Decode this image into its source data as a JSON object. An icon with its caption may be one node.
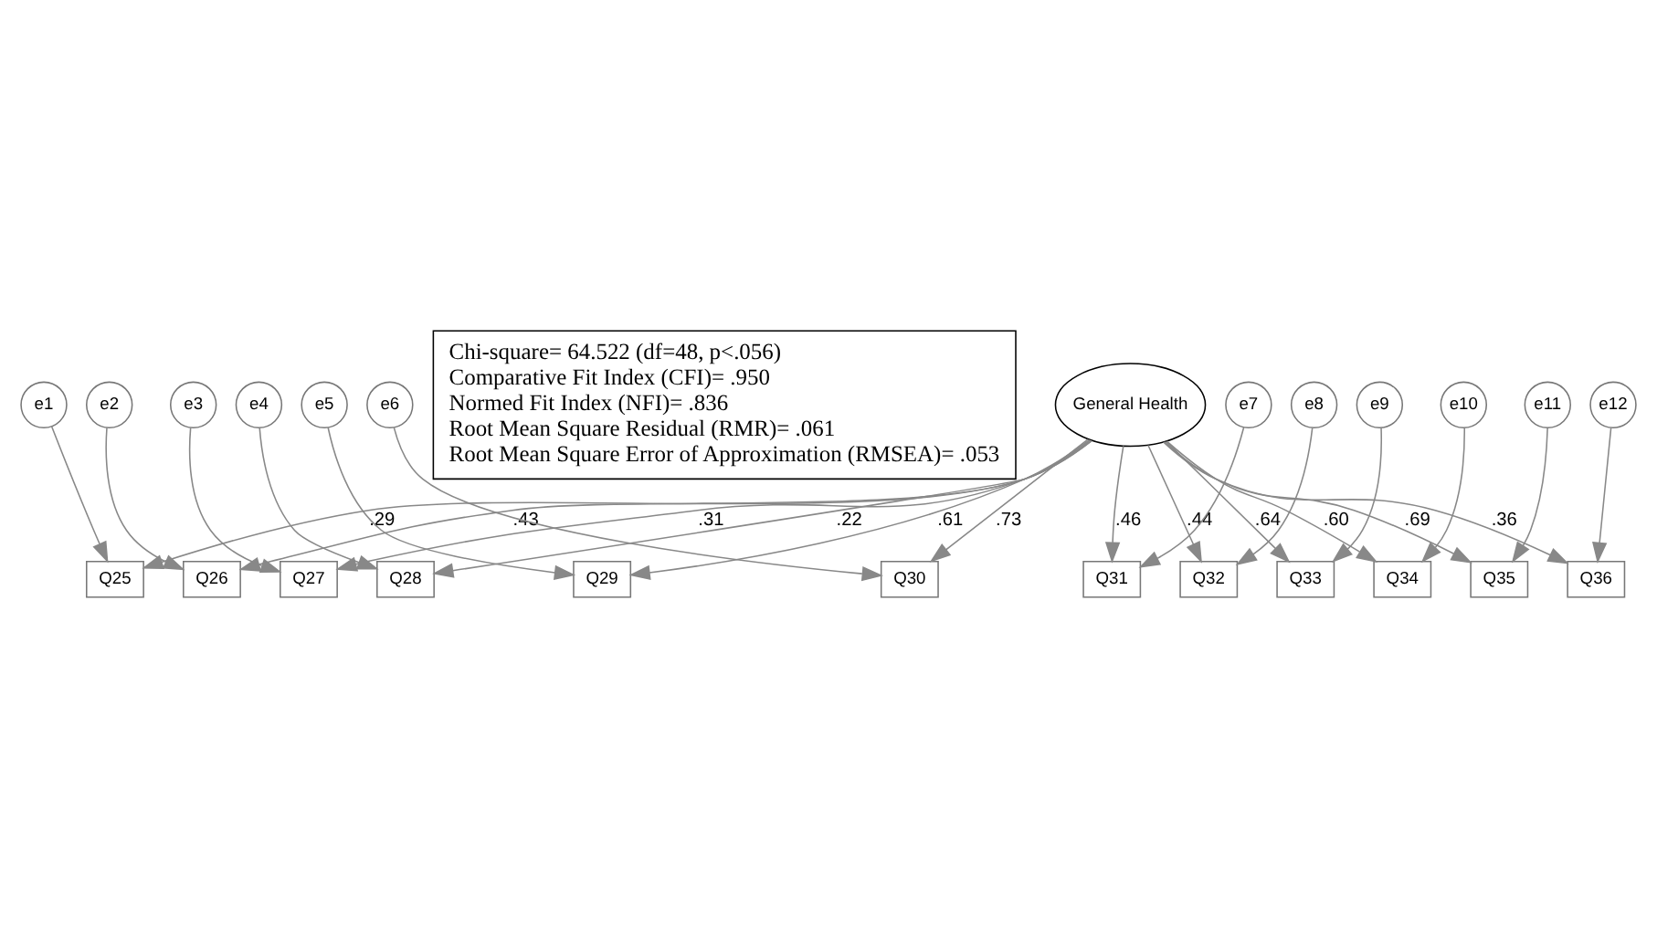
{
  "diagram": {
    "nodes": [
      {
        "text": [
          "Chi-square= 64.522 (df=48, p<.056)",
          "Comparative Fit Index (CFI)= .950",
          "Normed Fit Index (NFI)= .836",
          "Root Mean Square Residual (RMR)= .061",
          "Root Mean Square Error of Approximation (RMSEA)= .053"
        ]
      },
      {
        "text": [
          "General Health"
        ]
      },
      {
        "text": [
          "Q25"
        ]
      },
      {
        "text": [
          "Q26"
        ]
      },
      {
        "text": [
          "Q27"
        ]
      },
      {
        "text": [
          "Q28"
        ]
      },
      {
        "text": [
          "Q29"
        ]
      },
      {
        "text": [
          "Q30"
        ]
      },
      {
        "text": [
          "Q31"
        ]
      },
      {
        "text": [
          "Q32"
        ]
      },
      {
        "text": [
          "Q33"
        ]
      },
      {
        "text": [
          "Q34"
        ]
      },
      {
        "text": [
          "Q35"
        ]
      },
      {
        "text": [
          "Q36"
        ]
      },
      {
        "text": [
          "e1"
        ]
      },
      {
        "text": [
          "e2"
        ]
      },
      {
        "text": [
          "e3"
        ]
      },
      {
        "text": [
          "e4"
        ]
      },
      {
        "text": [
          "e5"
        ]
      },
      {
        "text": [
          "e6"
        ]
      },
      {
        "text": [
          "e7"
        ]
      },
      {
        "text": [
          "e8"
        ]
      },
      {
        "text": [
          "e9"
        ]
      },
      {
        "text": [
          "e10"
        ]
      },
      {
        "text": [
          "e11"
        ]
      },
      {
        "text": [
          "e12"
        ]
      }
    ],
    "edges": [
      {
        "from": 1,
        "to": 2,
        "arrow": "to",
        "label": ".29"
      },
      {
        "from": 1,
        "to": 3,
        "arrow": "to",
        "label": ".43"
      },
      {
        "from": 1,
        "to": 4,
        "arrow": "to",
        "label": ".31"
      },
      {
        "from": 1,
        "to": 5,
        "arrow": "to",
        "label": ".22"
      },
      {
        "from": 1,
        "to": 6,
        "arrow": "to",
        "label": ".61"
      },
      {
        "from": 1,
        "to": 7,
        "arrow": "to",
        "label": ".73"
      },
      {
        "from": 1,
        "to": 8,
        "arrow": "to",
        "label": ".46"
      },
      {
        "from": 1,
        "to": 9,
        "arrow": "to",
        "label": ".44"
      },
      {
        "from": 1,
        "to": 10,
        "arrow": "to",
        "label": ".64"
      },
      {
        "from": 1,
        "to": 11,
        "arrow": "to",
        "label": ".60"
      },
      {
        "from": 1,
        "to": 12,
        "arrow": "to",
        "label": ".69"
      },
      {
        "from": 1,
        "to": 13,
        "arrow": "to",
        "label": ".36"
      },
      {
        "from": 14,
        "to": 2,
        "arrow": "to"
      },
      {
        "from": 15,
        "to": 3,
        "arrow": "to"
      },
      {
        "from": 16,
        "to": 4,
        "arrow": "to"
      },
      {
        "from": 17,
        "to": 5,
        "arrow": "to"
      },
      {
        "from": 18,
        "to": 6,
        "arrow": "to"
      },
      {
        "from": 19,
        "to": 7,
        "arrow": "to"
      },
      {
        "from": 20,
        "to": 8,
        "arrow": "to"
      },
      {
        "from": 21,
        "to": 9,
        "arrow": "to"
      },
      {
        "from": 22,
        "to": 10,
        "arrow": "to"
      },
      {
        "from": 23,
        "to": 11,
        "arrow": "to"
      },
      {
        "from": 24,
        "to": 12,
        "arrow": "to"
      },
      {
        "from": 25,
        "to": 13,
        "arrow": "to"
      }
    ]
  }
}
